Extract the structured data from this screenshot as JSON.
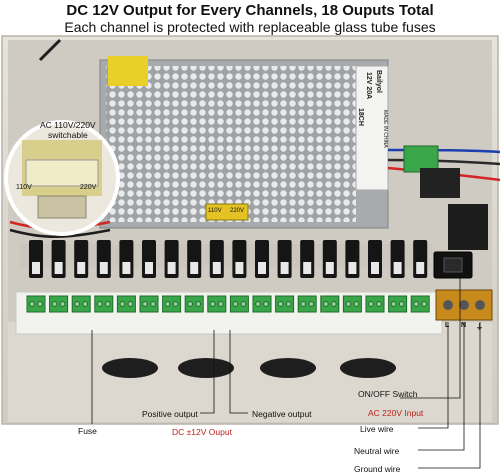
{
  "header": {
    "title": "DC 12V Output for Every Channels, 18 Ouputs Total",
    "subtitle": "Each channel is protected with replaceable glass tube fuses"
  },
  "psu": {
    "brand": "Bailyol",
    "model": "12V 20A",
    "channels": "18CH",
    "origin": "MADE IN CHINA",
    "switch_110": "110V",
    "switch_220": "220V"
  },
  "callouts": {
    "switchable_line1": "AC 110V/220V",
    "switchable_line2": "switchable",
    "zoom_110": "110V",
    "zoom_220": "220V",
    "fuse": "Fuse",
    "positive_output": "Positive output",
    "negative_output": "Negative output",
    "dc_output": "DC ±12V Ouput",
    "onoff_switch": "ON/OFF Switch",
    "ac_input": "AC 220V Input",
    "live_wire": "Live wire",
    "neutral_wire": "Neutral wire",
    "ground_wire": "Ground wire",
    "terminal_l": "L",
    "terminal_n": "N",
    "terminal_g": "⏚"
  },
  "channel_count": 18,
  "colors": {
    "enclosure": "#dfdcd4",
    "terminal_green": "#3aa64a",
    "fuse_black": "#151515",
    "accent_red": "#c0201a",
    "psu_metal": "#b9bbbd"
  }
}
